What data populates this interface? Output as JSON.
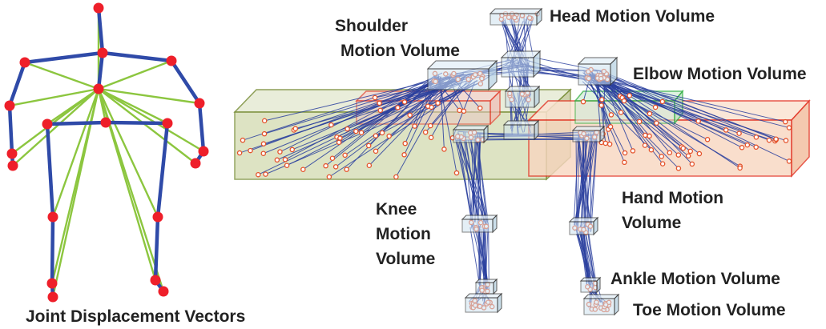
{
  "labels": {
    "skeleton_caption": "Joint Displacement Vectors",
    "head": "Head Motion Volume",
    "shoulder_line1": "Shoulder",
    "shoulder_line2": "Motion Volume",
    "elbow": "Elbow Motion Volume",
    "hand_line1": "Hand Motion",
    "hand_line2": "Volume",
    "knee_line1": "Knee",
    "knee_line2": "Motion",
    "knee_line3": "Volume",
    "ankle": "Ankle  Motion Volume",
    "toe": "Toe Motion Volume"
  },
  "colors": {
    "bone": "#2f4aa8",
    "joint": "#ee1f2a",
    "vector": "#8cc63f",
    "trajectory": "#2a3f9e",
    "point": "#e4522a",
    "small_box": "#cfe3ef",
    "left_hand_volume": "#d5ddb5",
    "right_hand_volume": "#f8d6c0",
    "red_box_edge": "#e33a2a",
    "green_box_edge": "#38b249"
  }
}
